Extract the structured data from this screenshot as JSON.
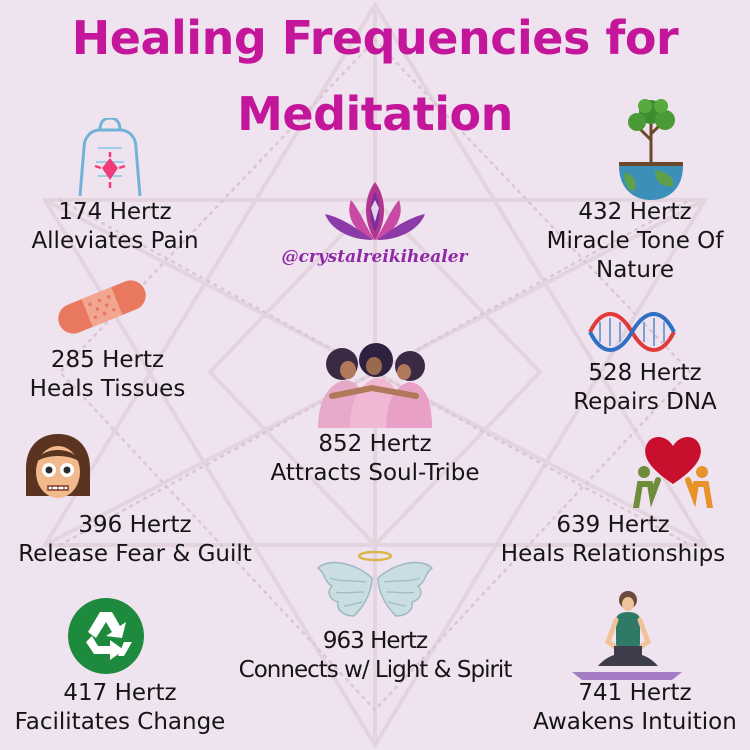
{
  "title": {
    "line1": "Healing Frequencies for",
    "line2": "Meditation"
  },
  "handle": "@crystalreikihealer",
  "colors": {
    "background": "#efe3ef",
    "title": "#c4169a",
    "text": "#151515",
    "lines": "#e6d8e2"
  },
  "frequencies": [
    {
      "hz": "174 Hertz",
      "effect": "Alleviates Pain",
      "icon": "body-pain-icon"
    },
    {
      "hz": "432 Hertz",
      "effect": "Miracle Tone Of",
      "effect2": "Nature",
      "icon": "tree-earth-icon"
    },
    {
      "hz": "285 Hertz",
      "effect": "Heals Tissues",
      "icon": "bandage-icon"
    },
    {
      "hz": "528 Hertz",
      "effect": "Repairs DNA",
      "icon": "dna-icon"
    },
    {
      "hz": "852 Hertz",
      "effect": "Attracts Soul-Tribe",
      "icon": "friends-hug-icon"
    },
    {
      "hz": "396 Hertz",
      "effect": "Release Fear & Guilt",
      "icon": "fearful-face-icon"
    },
    {
      "hz": "639 Hertz",
      "effect": "Heals Relationships",
      "icon": "heart-people-icon"
    },
    {
      "hz": "963 Hertz",
      "effect": "Connects w/ Light & Spirit",
      "icon": "angel-wings-icon"
    },
    {
      "hz": "417 Hertz",
      "effect": "Facilitates Change",
      "icon": "recycle-icon"
    },
    {
      "hz": "741 Hertz",
      "effect": "Awakens Intuition",
      "icon": "meditating-person-icon"
    }
  ]
}
